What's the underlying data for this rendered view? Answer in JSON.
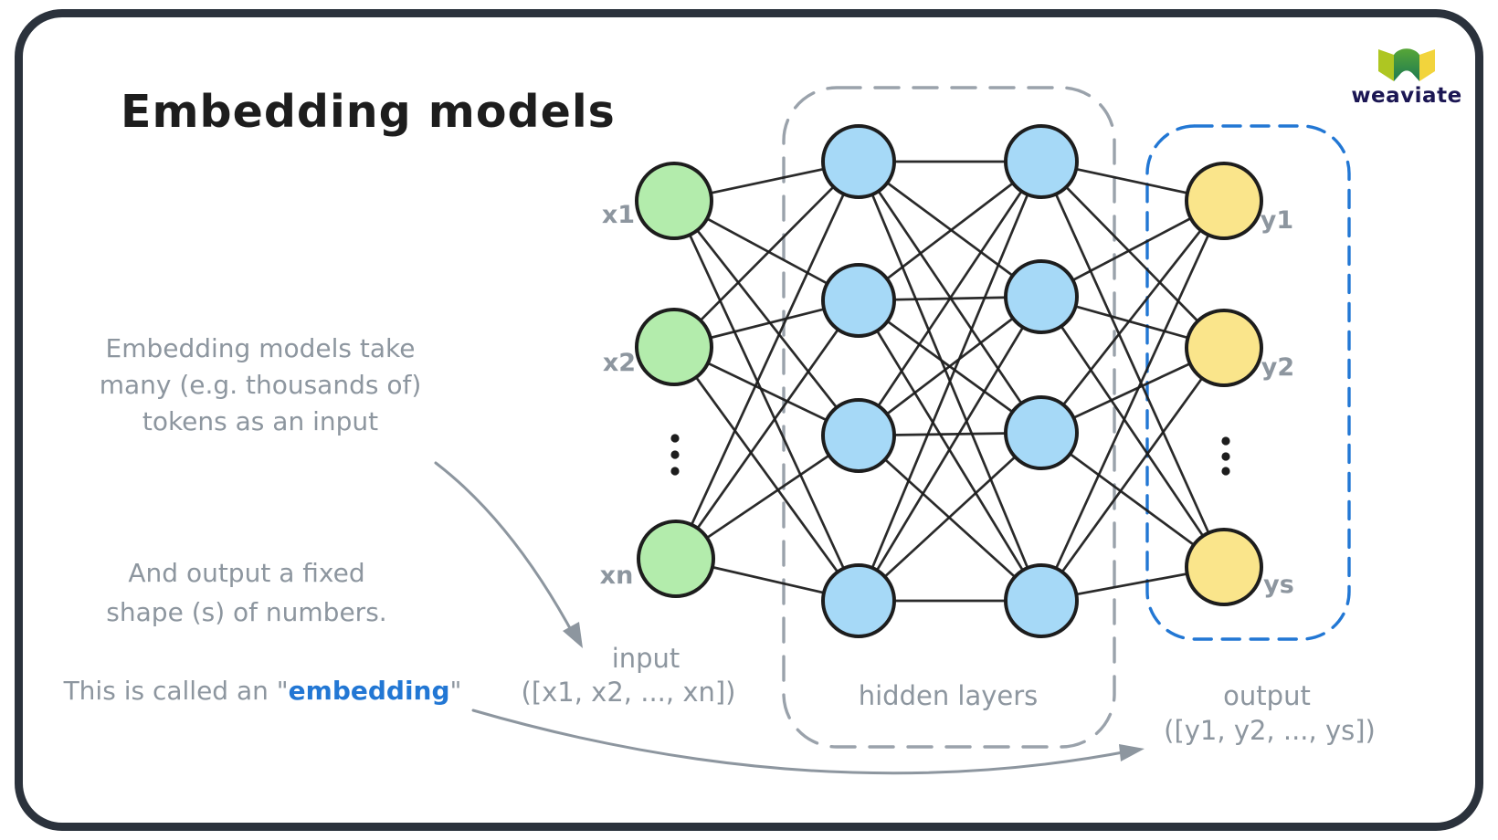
{
  "title": "Embedding models",
  "logo": {
    "name": "weaviate"
  },
  "notes": {
    "take_tokens": [
      "Embedding models take",
      "many (e.g. thousands of)",
      "tokens as an input"
    ],
    "output_shape": [
      "And output a fixed",
      "shape (s) of numbers."
    ],
    "called": {
      "prefix": "This is called an ",
      "open_quote": "\"",
      "term": "embedding",
      "close_quote": "\""
    }
  },
  "network": {
    "input": {
      "label": "input",
      "vector": "([x1, x2, ..., xn])",
      "node_labels": [
        "x1",
        "x2",
        "xn"
      ]
    },
    "hidden": {
      "label": "hidden layers"
    },
    "output": {
      "label": "output",
      "vector": "([y1, y2, ..., ys])",
      "node_labels": [
        "y1",
        "y2",
        "ys"
      ]
    }
  },
  "colors": {
    "ink": "#1d1d1d",
    "gray_text": "#8d969f",
    "input_node_fill": "#b3ecac",
    "hidden_node_fill": "#a6d9f7",
    "output_node_fill": "#fae58b",
    "node_outline": "#1d1d1d",
    "hidden_box_dash": "#9aa2ab",
    "output_box_dash": "#2277d4",
    "highlight": "#2277d4",
    "arrow": "#8d969f",
    "frame": "#2b323c",
    "logo_text": "#1b1653"
  }
}
